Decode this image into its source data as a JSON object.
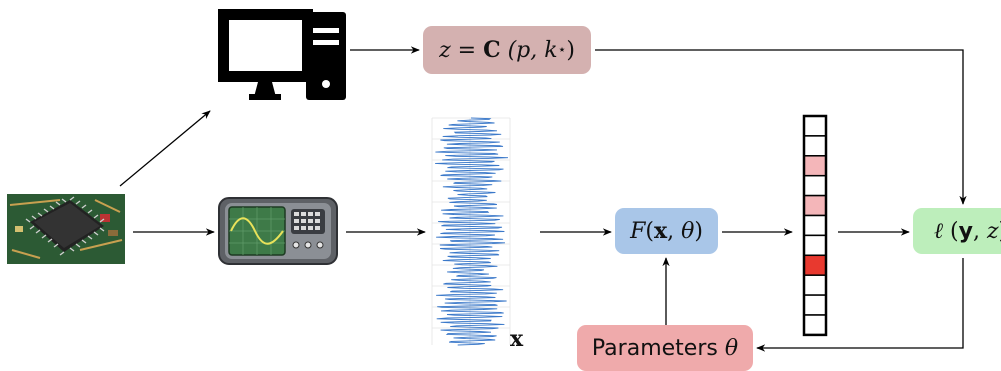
{
  "nodes": {
    "computer": {
      "icon": "desktop-computer-icon"
    },
    "chip": {
      "icon": "microchip-board-icon"
    },
    "oscilloscope": {
      "icon": "oscilloscope-icon"
    },
    "trace": {
      "icon": "signal-trace-icon"
    },
    "output_vector": {
      "icon": "output-vector-icon",
      "cells": 11,
      "light_red_cells": [
        2,
        4
      ],
      "red_cells": [
        7
      ]
    },
    "leakage_model": {
      "lhs": "z",
      "eq": " = ",
      "fn": "C",
      "args": " (p, k",
      "sup": "⋆",
      "close": ")"
    },
    "network": {
      "fn": "F",
      "args_open": "(",
      "x": "x",
      "sep": ", ",
      "theta": "θ",
      "close": ")"
    },
    "loss": {
      "ell": "ℓ",
      "open": " (",
      "y": "y",
      "sep": ", ",
      "z": "z",
      "close": ")"
    },
    "parameters": {
      "text": "Parameters ",
      "theta": "θ"
    },
    "trace_label": "x"
  },
  "colors": {
    "leakage_box": "#d4b1b0",
    "network_box": "#a9c6e8",
    "loss_box": "#bdeebb",
    "params_box": "#efaaab",
    "cell_light_red": "#f4b6b9",
    "cell_red": "#e8392f",
    "trace_blue": "#3a78c9"
  }
}
